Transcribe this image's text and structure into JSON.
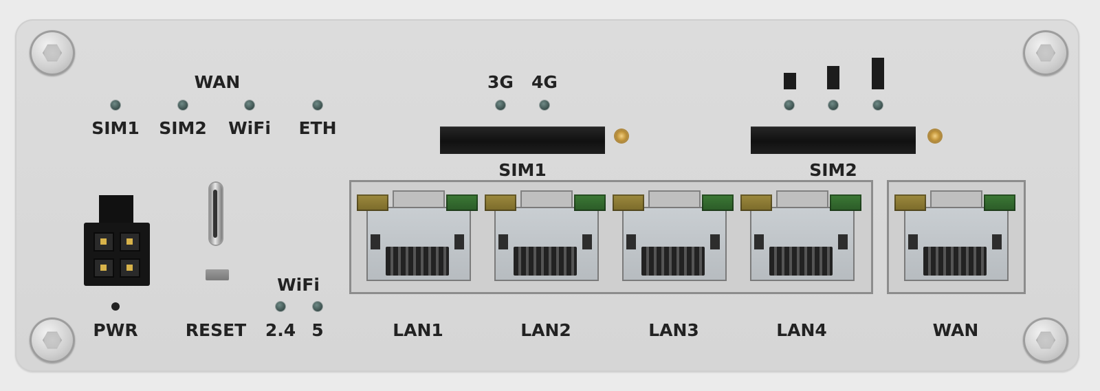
{
  "device": {
    "top_labels": {
      "wan_group": "WAN",
      "sim1": "SIM1",
      "sim2": "SIM2",
      "wifi": "WiFi",
      "eth": "ETH",
      "net_3g": "3G",
      "net_4g": "4G"
    },
    "slot_labels": {
      "sim1": "SIM1",
      "sim2": "SIM2"
    },
    "bottom_labels": {
      "pwr": "PWR",
      "reset": "RESET",
      "wifi_group": "WiFi",
      "wifi_24": "2.4",
      "wifi_5": "5",
      "lan1": "LAN1",
      "lan2": "LAN2",
      "lan3": "LAN3",
      "lan4": "LAN4",
      "wan": "WAN"
    },
    "icons": [
      "screw-icon",
      "led-indicator",
      "signal-bar-icon",
      "antenna-connector",
      "power-connector",
      "micro-usb-port",
      "reset-button",
      "ethernet-port"
    ]
  }
}
